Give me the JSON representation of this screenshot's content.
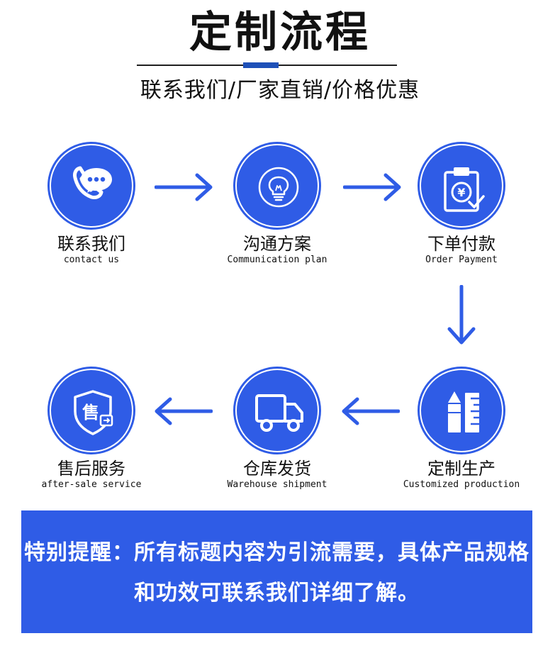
{
  "header": {
    "title": "定制流程",
    "subtitle": "联系我们/厂家直销/价格优惠"
  },
  "colors": {
    "accent": "#2f5ce6",
    "rule_accent": "#1e50b8",
    "text": "#111111",
    "notice_text": "#ffffff"
  },
  "steps": [
    {
      "cn": "联系我们",
      "en": "contact us",
      "icon": "phone-chat-icon"
    },
    {
      "cn": "沟通方案",
      "en": "Communication plan",
      "icon": "lightbulb-icon"
    },
    {
      "cn": "下单付款",
      "en": "Order Payment",
      "icon": "clipboard-payment-icon"
    },
    {
      "cn": "定制生产",
      "en": "Customized production",
      "icon": "pencil-ruler-icon"
    },
    {
      "cn": "仓库发货",
      "en": "Warehouse shipment",
      "icon": "delivery-truck-icon"
    },
    {
      "cn": "售后服务",
      "en": "after-sale service",
      "icon": "after-sale-shield-icon",
      "badge": "售"
    }
  ],
  "notice": {
    "line1": "特别提醒：所有标题内容为引流需要，具体产品规格",
    "line2": "和功效可联系我们详细了解。"
  }
}
